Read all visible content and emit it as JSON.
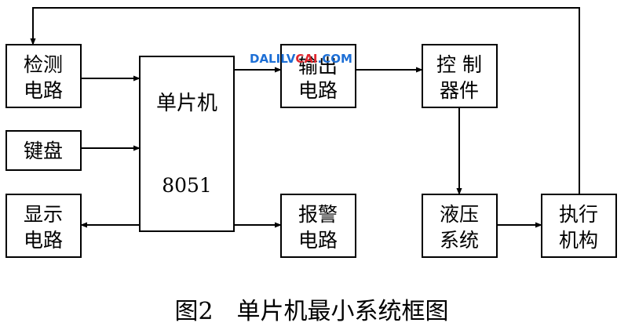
{
  "diagram": {
    "blocks": {
      "detect": [
        "检测",
        "电路"
      ],
      "keyboard": [
        "键盘"
      ],
      "display": [
        "显示",
        "电路"
      ],
      "mcu_name": "单片机",
      "mcu_model": "8051",
      "output": [
        "输出",
        "电路"
      ],
      "alarm": [
        "报警",
        "电路"
      ],
      "control": [
        "控 制",
        "器件"
      ],
      "hydraulic": [
        "液压",
        "系统"
      ],
      "actuator": [
        "执行",
        "机构"
      ]
    },
    "watermark": {
      "text_a": "DALILV",
      "text_b": "CAI",
      "text_c": ".COM",
      "color_a": "#1d6fd6",
      "color_b": "#e0262e"
    },
    "caption": "图2　单片机最小系统框图"
  }
}
